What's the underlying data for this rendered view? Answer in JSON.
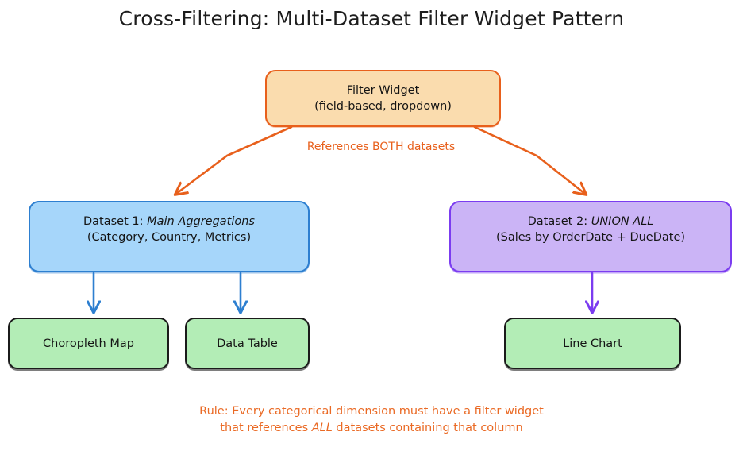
{
  "diagram": {
    "title": "Cross-Filtering: Multi-Dataset Filter Widget Pattern",
    "background_color": "#ffffff",
    "type": "flowchart"
  },
  "nodes": {
    "filter_widget": {
      "label": "Filter Widget\n(field-based, dropdown)",
      "line1": "Filter Widget",
      "line2": "(field-based, dropdown)",
      "fill": "#fadcae",
      "stroke": "#e8601c"
    },
    "dataset_1": {
      "label": "Dataset 1: Main Aggregations\n(Category, Country, Metrics)",
      "line1_prefix": "Dataset 1: ",
      "line1_emphasis": "Main Aggregations",
      "line2": "(Category, Country, Metrics)",
      "fill": "#a6d6fa",
      "stroke": "#2d7fd0"
    },
    "dataset_2": {
      "label": "Dataset 2: UNION ALL\n(Sales by OrderDate + DueDate)",
      "line1_prefix": "Dataset 2: ",
      "line1_emphasis": "UNION ALL",
      "line2": "(Sales by OrderDate + DueDate)",
      "fill": "#cbb4f6",
      "stroke": "#7b3cf0"
    },
    "choropleth_map": {
      "label": "Choropleth Map",
      "fill": "#b3edb6",
      "stroke": "#1b1b1b"
    },
    "data_table": {
      "label": "Data Table",
      "fill": "#b3edb6",
      "stroke": "#1b1b1b"
    },
    "line_chart": {
      "label": "Line Chart",
      "fill": "#b3edb6",
      "stroke": "#1b1b1b"
    }
  },
  "edges": {
    "filter_to_datasets_label": "References BOTH datasets",
    "filter_to_datasets_color": "#e8601c",
    "dataset1_to_outputs_color": "#2d7fd0",
    "dataset2_to_output_color": "#7b3cf0"
  },
  "footer": {
    "line1": "Rule: Every categorical dimension must have a filter widget",
    "line2_prefix": "that references ",
    "line2_emphasis": "ALL",
    "line2_suffix": " datasets containing that column",
    "color": "#ea6a25"
  }
}
